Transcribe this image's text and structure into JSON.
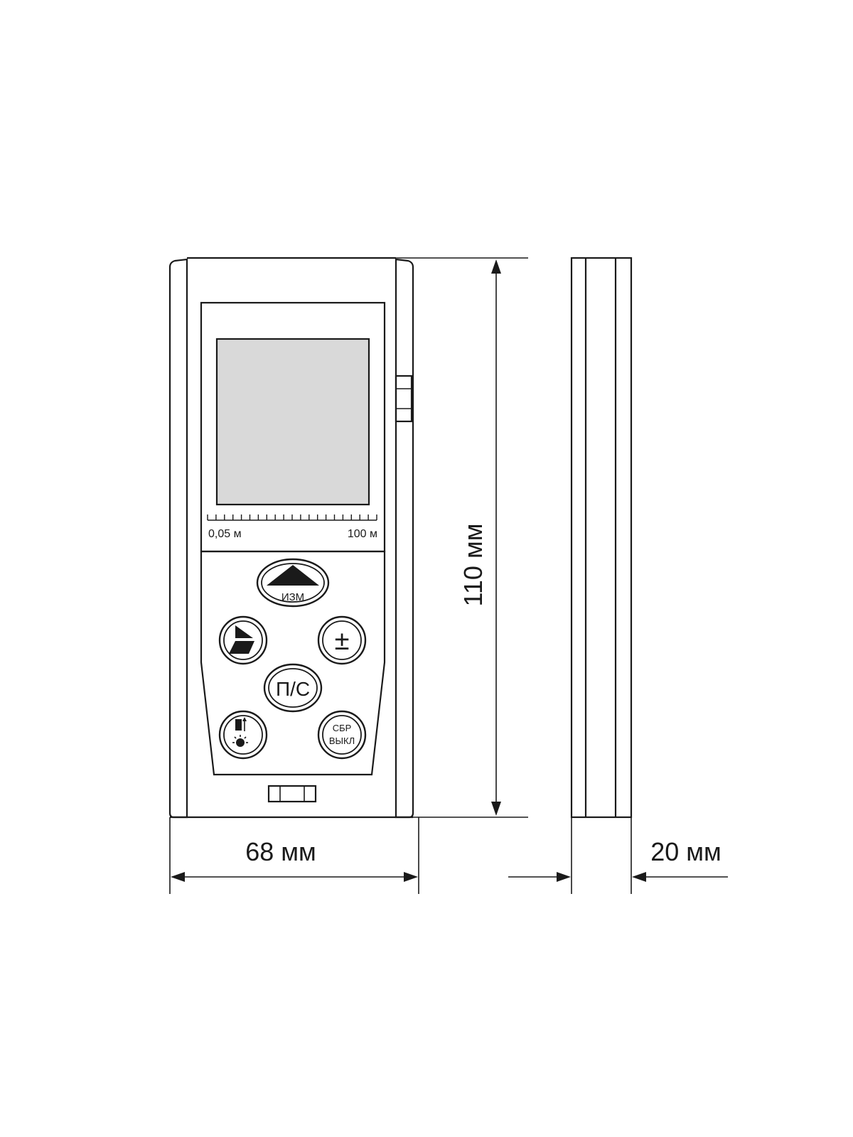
{
  "dimensions": {
    "width_label": "68 мм",
    "height_label": "110 мм",
    "depth_label": "20 мм"
  },
  "scale": {
    "min_label": "0,05 м",
    "max_label": "100 м"
  },
  "buttons": {
    "measure_label": "ИЗМ",
    "pc_label": "П/С",
    "plus_minus_label": "±",
    "reset_line1": "СБР",
    "reset_line2": "ВЫКЛ"
  },
  "colors": {
    "screen": "#d9d9d9",
    "line": "#1a1a1a"
  }
}
